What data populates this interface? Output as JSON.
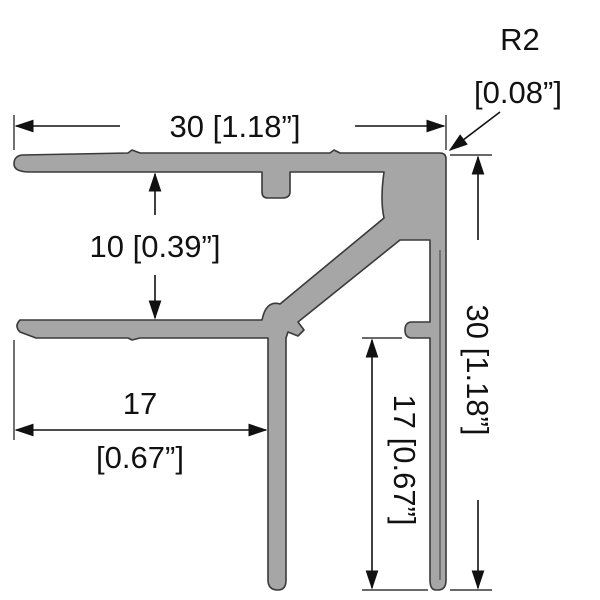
{
  "dimensions": {
    "top_width": "30 [1.18”]",
    "gap_height": "10 [0.39”]",
    "lower_flange_mm": "17",
    "lower_flange_in": "[0.67”]",
    "right_height": "30 [1.18”]",
    "inner_leg": "17 [0.67”]",
    "radius_mm": "R2",
    "radius_in": "[0.08”]"
  },
  "colors": {
    "profile": "#a6a6a6",
    "outline": "#3a3a3a",
    "text": "#111111"
  }
}
